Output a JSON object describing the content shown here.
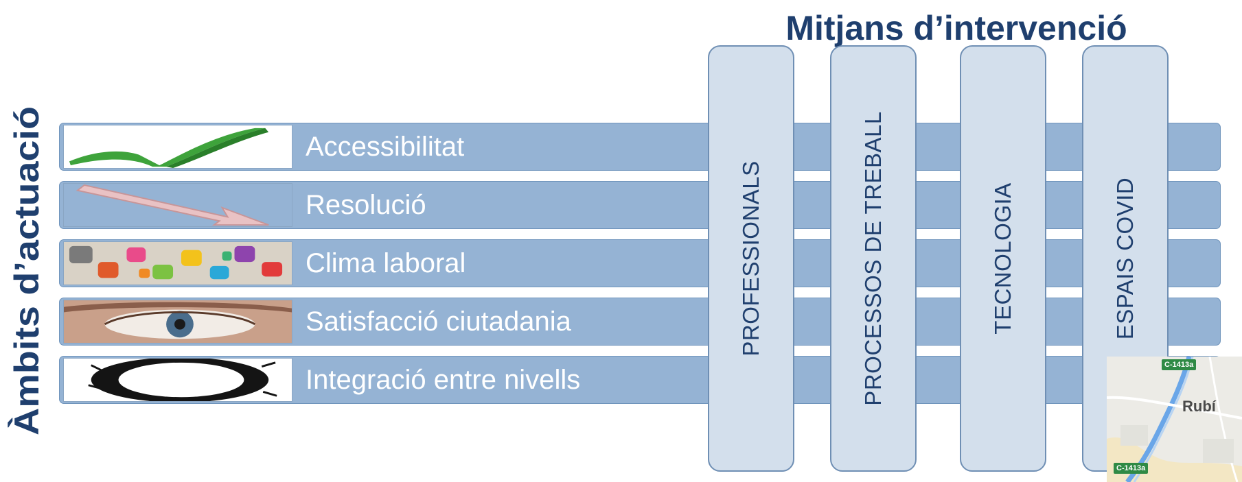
{
  "title_top": "Mitjans d’intervenció",
  "title_side": "Àmbits d’actuació",
  "rows": [
    {
      "label": "Accessibilitat",
      "icon": "checkmark-icon"
    },
    {
      "label": "Resolució",
      "icon": "arrow-down-right-icon"
    },
    {
      "label": "Clima laboral",
      "icon": "puzzle-pieces-icon"
    },
    {
      "label": "Satisfacció ciutadania",
      "icon": "eye-icon"
    },
    {
      "label": "Integració entre nivells",
      "icon": "black-ring-icon"
    }
  ],
  "pillars": [
    {
      "label": "PROFESSIONALS"
    },
    {
      "label": "PROCESSOS DE TREBALL"
    },
    {
      "label": "TECNOLOGIA"
    },
    {
      "label": "ESPAIS COVID"
    }
  ],
  "map": {
    "place": "Rubí",
    "road_top": "C-1413a",
    "road_bottom": "C-1413a"
  },
  "colors": {
    "band": "#95b3d4",
    "pillar": "#d3dfec",
    "title": "#1f3f6e",
    "label": "#ffffff"
  }
}
